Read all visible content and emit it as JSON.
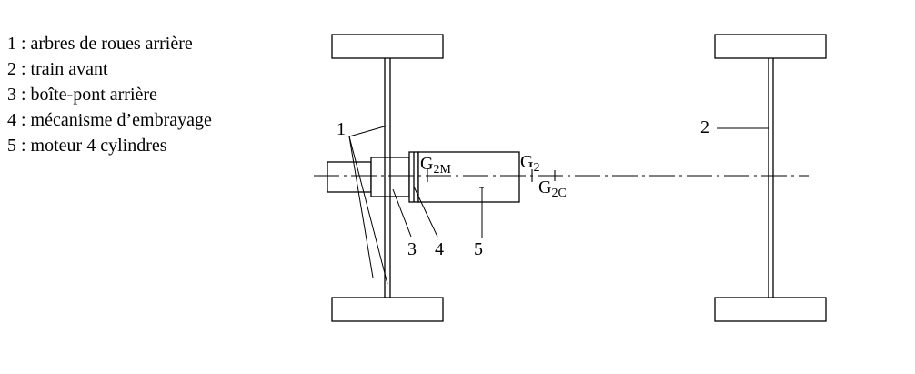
{
  "legend": [
    "1 : arbres de roues arrière",
    "2 : train avant",
    "3 : boîte-pont arrière",
    "4 : mécanisme d’embrayage",
    "5 : moteur 4 cylindres"
  ],
  "labels": {
    "l1": "1",
    "l2": "2",
    "l3": "3",
    "l4": "4",
    "l5": "5",
    "g2m_main": "G",
    "g2m_sub": "2M",
    "g2_main": "G",
    "g2_sub": "2",
    "g2c_main": "G",
    "g2c_sub": "2C"
  },
  "colors": {
    "line": "#000000",
    "background": "#ffffff"
  }
}
